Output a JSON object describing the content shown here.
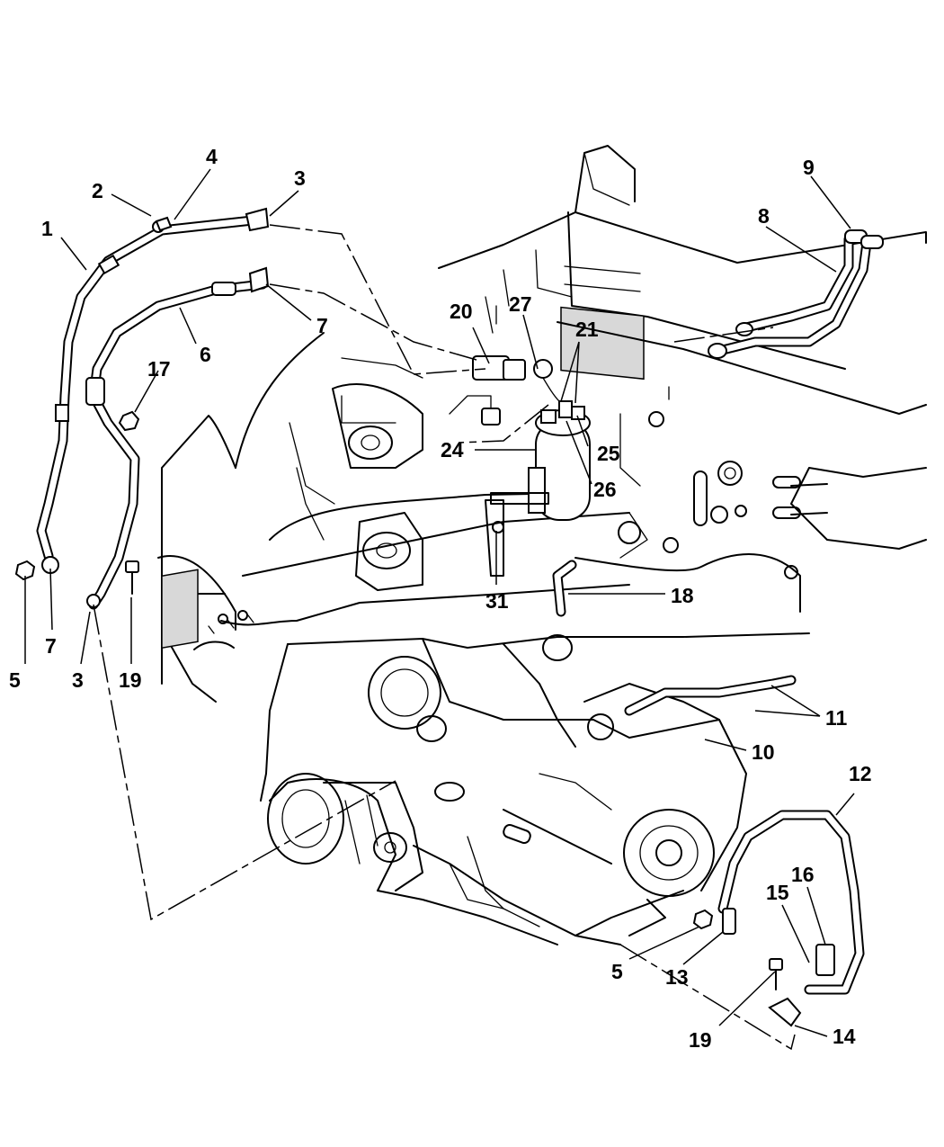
{
  "callouts": {
    "c1": "1",
    "c2": "2",
    "c3a": "3",
    "c4": "4",
    "c5a": "5",
    "c6": "6",
    "c7a": "7",
    "c17": "17",
    "c7b": "7",
    "c3b": "3",
    "c19a": "19",
    "c8": "8",
    "c9": "9",
    "c20": "20",
    "c27": "27",
    "c21": "21",
    "c24": "24",
    "c25": "25",
    "c26": "26",
    "c31": "31",
    "c18": "18",
    "c11": "11",
    "c10": "10",
    "c12": "12",
    "c16": "16",
    "c15": "15",
    "c5b": "5",
    "c13": "13",
    "c19b": "19",
    "c14": "14"
  }
}
